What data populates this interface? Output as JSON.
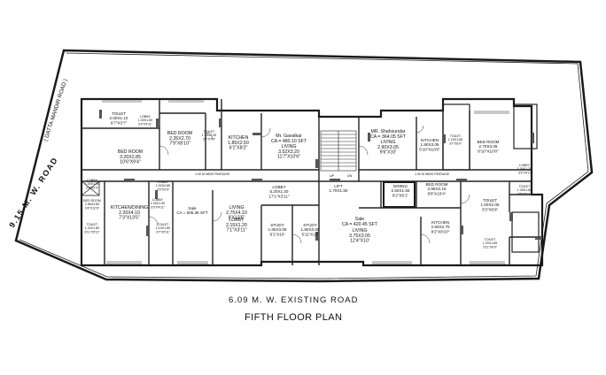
{
  "roads": {
    "left_road": "9.15 M. W. ROAD",
    "top_left_road": "( DATTA MANDIR ROAD )",
    "bottom_road": "6.09  M.  W.    EXISTING ROAD"
  },
  "plan_title": "FIFTH FLOOR PLAN",
  "passages": {
    "left": "1.00 M  WIDE PASSAGE",
    "right": "1.00 M  WIDE PASSAGE"
  },
  "stair_labels": {
    "up": "UP",
    "dn": "DN"
  },
  "rooms": [
    {
      "name": "TOILET",
      "dim": "2.00X1.10",
      "imp": "6'7\"X3'7\""
    },
    {
      "name": "LOBBY",
      "dim": "1.00X1.50",
      "imp": "3'3\"X4'11\""
    },
    {
      "name": "BED ROOM",
      "dim": "2.35X2.70",
      "imp": "7'9\"X8'10\""
    },
    {
      "name": "TOILET",
      "dim": "1.15X2.35",
      "imp": "3'7\"X7'9\""
    },
    {
      "name": "KITCHEN",
      "dim": "1.85X2.50",
      "imp": "6'1\"X8'2\""
    },
    {
      "name": "BED ROOM",
      "dim": "3.20X2.85",
      "imp": "10'6\"X9'4\""
    },
    {
      "name": "Mr. Gavalkar",
      "dim": "CA = 480.10 SFT",
      "imp": ""
    },
    {
      "name": "LIVING",
      "dim": "3.52X3.20",
      "imp": "11'7\"X10'6\""
    },
    {
      "name": "MR. Shahsundar",
      "dim": "CA = 364.05 SFT",
      "imp": ""
    },
    {
      "name": "LIVING",
      "dim": "2.90X3.05",
      "imp": "9'6\"X10'"
    },
    {
      "name": "KITCHEN",
      "dim": "1.80X3.05",
      "imp": "5'10\"X10'0\""
    },
    {
      "name": "TOILET",
      "dim": "1.15X1.85",
      "imp": "3'7\"X6'0\""
    },
    {
      "name": "BED ROOM",
      "dim": "2.70X3.05",
      "imp": "8'10\"X10'0\""
    },
    {
      "name": "LOBBY",
      "dim": "1.00X1.25",
      "imp": "3'3\"X4'1\""
    },
    {
      "name": "LOBBY",
      "dim": "1.00X1.00",
      "imp": "3'3\"X3'3\""
    },
    {
      "name": "LOBBY",
      "dim": "1.00X1.50",
      "imp": "3'3\"X4'11\""
    },
    {
      "name": "LOBBY",
      "dim": "1.00X0.85",
      "imp": "3'3\"X2'9\""
    },
    {
      "name": "BED ROOM",
      "dim": "2.85X3.80",
      "imp": "9'4\"X12'6\""
    },
    {
      "name": "KITCHEN/DINING",
      "dim": "2.20X4.10",
      "imp": "7'3\"X13'5\""
    },
    {
      "name": "Sale",
      "dim": "CA = 505.36 SFT",
      "imp": ""
    },
    {
      "name": "LIVING",
      "dim": "2.75X4.10",
      "imp": "9'X13'5\""
    },
    {
      "name": "LOBBY",
      "dim": "2.15X1.20",
      "imp": "7'1\"X3'11\""
    },
    {
      "name": "LOBBY",
      "dim": "5.20X1.20",
      "imp": "17'1\"X3'11\""
    },
    {
      "name": "LIFT",
      "dim": "1.70X1.50",
      "imp": ""
    },
    {
      "name": "DINING",
      "dim": "2.50X1.55",
      "imp": "8'2\"X5'1\""
    },
    {
      "name": "BED ROOM",
      "dim": "2.95X3.15",
      "imp": "9'8\"X10'4\""
    },
    {
      "name": "TOILET",
      "dim": "1.00X2.05",
      "imp": "3'3\"X6'9\""
    },
    {
      "name": "TOILET",
      "dim": "1.05X1.80",
      "imp": "3'5\"X5'11\""
    },
    {
      "name": "TOILET",
      "dim": "1.20X1.80",
      "imp": "3'11\"X5'11\""
    },
    {
      "name": "TOILET",
      "dim": "1.10X1.80",
      "imp": "3'7\"X5'11\""
    },
    {
      "name": "STUDY",
      "dim": "1.85X3.05",
      "imp": "6'1\"X10'"
    },
    {
      "name": "STUDY",
      "dim": "1.80X3.05",
      "imp": "5'11\"X10'"
    },
    {
      "name": "Sale",
      "dim": "CA = 420.45 SFT",
      "imp": ""
    },
    {
      "name": "LIVING",
      "dim": "3.75X3.05",
      "imp": "12'4\"X10'"
    },
    {
      "name": "KITCHEN",
      "dim": "2.50X2.70",
      "imp": "8'2\"X8'10\""
    },
    {
      "name": "TOILET",
      "dim": "1.20X1.85",
      "imp": "3'11\"X6'0\""
    }
  ]
}
